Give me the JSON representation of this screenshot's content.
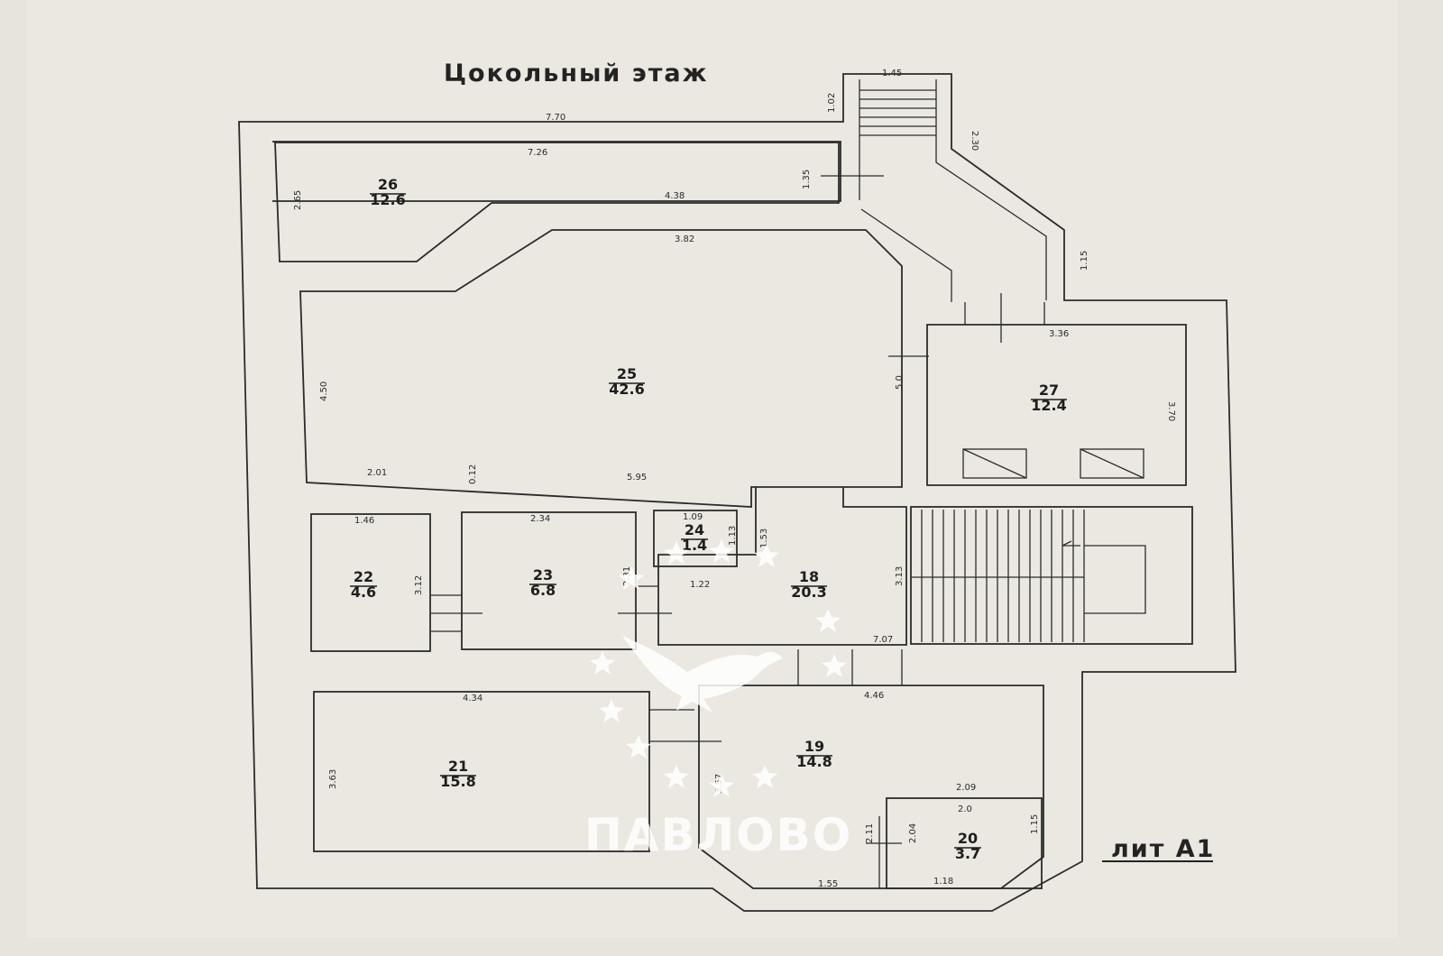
{
  "title": "Цокольный этаж",
  "building_label": "лит А1",
  "watermark": {
    "text": "ПАВЛОВО",
    "kind": "agency-logo"
  },
  "rooms": [
    {
      "id": "room-26",
      "number": "26",
      "area": "12.6"
    },
    {
      "id": "room-25",
      "number": "25",
      "area": "42.6"
    },
    {
      "id": "room-27",
      "number": "27",
      "area": "12.4"
    },
    {
      "id": "room-22",
      "number": "22",
      "area": "4.6"
    },
    {
      "id": "room-23",
      "number": "23",
      "area": "6.8"
    },
    {
      "id": "room-24",
      "number": "24",
      "area": "1.4"
    },
    {
      "id": "room-18",
      "number": "18",
      "area": "20.3"
    },
    {
      "id": "room-21",
      "number": "21",
      "area": "15.8"
    },
    {
      "id": "room-19",
      "number": "19",
      "area": "14.8"
    },
    {
      "id": "room-20",
      "number": "20",
      "area": "3.7"
    }
  ],
  "dimensions": [
    "7.70",
    "1.45",
    "1.02",
    "2.30",
    "7.26",
    "1.35",
    "2.65",
    "4.38",
    "3.82",
    "1.15",
    "3.36",
    "4.50",
    "5.0",
    "3.70",
    "2.01",
    "0.12",
    "5.95",
    "1.46",
    "2.34",
    "1.09",
    "1.13",
    "1.53",
    "3.12",
    "2.31",
    "1.22",
    "3.13",
    "7.07",
    "4.34",
    "4.46",
    "3.63",
    "3.57",
    "2.09",
    "2.0",
    "2.11",
    "2.04",
    "1.15",
    "1.55",
    "1.18"
  ]
}
